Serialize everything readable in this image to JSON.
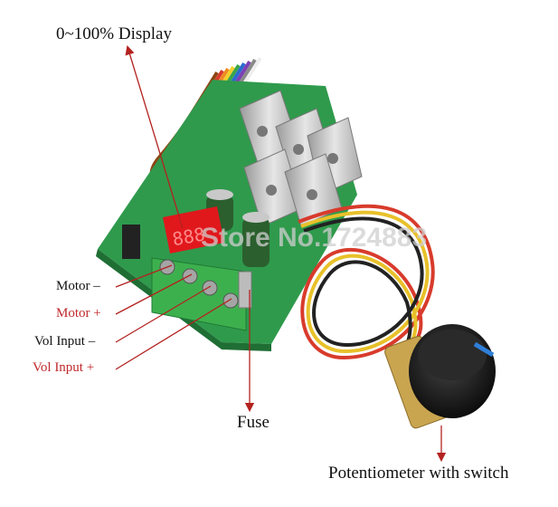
{
  "labels": {
    "display": "0~100% Display",
    "motor_neg": "Motor  –",
    "motor_pos": "Motor  +",
    "vol_neg": "Vol Input  –",
    "vol_pos": "Vol Input +",
    "fuse": "Fuse",
    "potentiometer": "Potentiometer with switch"
  },
  "watermark": "Store No.1724883",
  "display_digits": "888",
  "colors": {
    "board": "#2f9a4c",
    "terminal": "#3db04e",
    "heatsink": "#c7c7c7",
    "arrow": "#b3221f",
    "display": "#e0181c",
    "knob": "#1d1d1d",
    "knob_marker": "#2f7fd8",
    "wire_red": "#d83b2c",
    "wire_yellow": "#e8c12a",
    "wire_black": "#222222"
  }
}
